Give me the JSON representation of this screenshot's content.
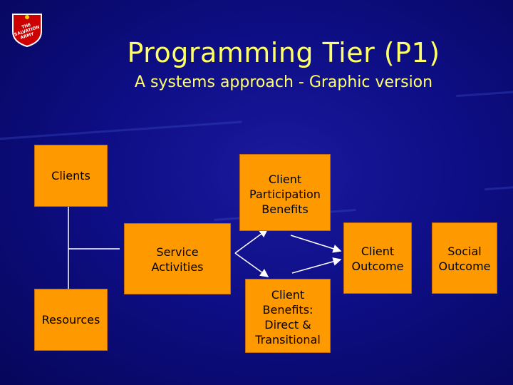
{
  "title": "Programming Tier (P1)",
  "subtitle": "A systems approach - Graphic version",
  "logo": {
    "icon": "salvation-army-shield-icon",
    "text": "THE SALVATION ARMY",
    "color": "#cc0000"
  },
  "colors": {
    "box": "#ff9900",
    "title": "#ffff66",
    "background": "#0e0e86"
  },
  "nodes": {
    "clients": "Clients",
    "resources": "Resources",
    "service_activities": "Service\nActivities",
    "client_participation_benefits": "Client\nParticipation\nBenefits",
    "client_benefits": "Client\nBenefits:\nDirect &\nTransitional",
    "client_outcome": "Client\nOutcome",
    "social_outcome": "Social\nOutcome"
  }
}
